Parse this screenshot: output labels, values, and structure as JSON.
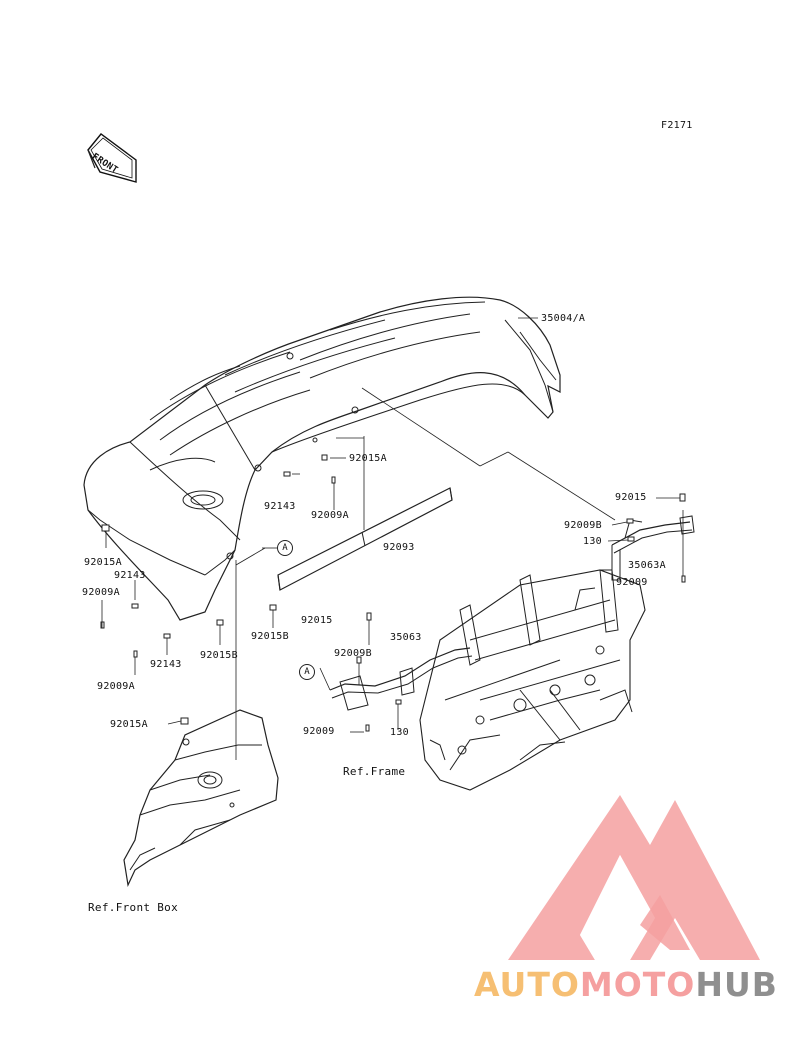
{
  "figure_code": "F2171",
  "front_indicator": "FRONT",
  "callout_letter": "A",
  "parts": {
    "fender": "35004/A",
    "p92015A_top": "92015A",
    "p92143_top": "92143",
    "p92009A_top": "92009A",
    "p92093": "92093",
    "p92015A_left": "92015A",
    "p92143_left": "92143",
    "p92009A_left": "92009A",
    "p92143_low": "92143",
    "p92009A_low": "92009A",
    "p92015B_mid": "92015B",
    "p92015B_right": "92015B",
    "p92015_mid": "92015",
    "p35063": "35063",
    "p92009B_mid": "92009B",
    "p92009_mid": "92009",
    "p130_mid": "130",
    "p92015A_box": "92015A",
    "p92015_right": "92015",
    "p92009B_right": "92009B",
    "p130_right": "130",
    "p35063A": "35063A",
    "p92009_right": "92009"
  },
  "references": {
    "frame": "Ref.Frame",
    "front_box": "Ref.Front Box"
  },
  "watermark": {
    "part1": "AUTO",
    "part2": "MOTO",
    "part3": "HUB",
    "color_orange": "#f6bf73",
    "color_red": "#f5a0a0",
    "color_gray": "#8f8f8f"
  }
}
